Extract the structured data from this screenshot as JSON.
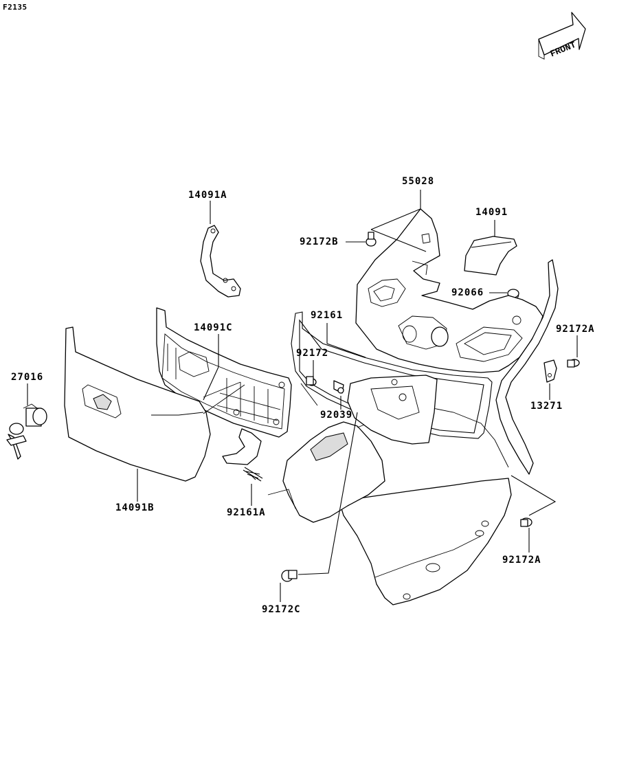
{
  "figure_id": "F2135",
  "front_arrow_label": "FRONT",
  "parts": [
    {
      "id": "p55028",
      "number": "55028"
    },
    {
      "id": "p14091A",
      "number": "14091A"
    },
    {
      "id": "p14091",
      "number": "14091"
    },
    {
      "id": "p92172B",
      "number": "92172B"
    },
    {
      "id": "p92066",
      "number": "92066"
    },
    {
      "id": "p14091C",
      "number": "14091C"
    },
    {
      "id": "p92161",
      "number": "92161"
    },
    {
      "id": "p92172A_top",
      "number": "92172A"
    },
    {
      "id": "p92172",
      "number": "92172"
    },
    {
      "id": "p27016",
      "number": "27016"
    },
    {
      "id": "p92039",
      "number": "92039"
    },
    {
      "id": "p13271",
      "number": "13271"
    },
    {
      "id": "p14091B",
      "number": "14091B"
    },
    {
      "id": "p92161A",
      "number": "92161A"
    },
    {
      "id": "p92172A_bottom",
      "number": "92172A"
    },
    {
      "id": "p92172C",
      "number": "92172C"
    }
  ]
}
